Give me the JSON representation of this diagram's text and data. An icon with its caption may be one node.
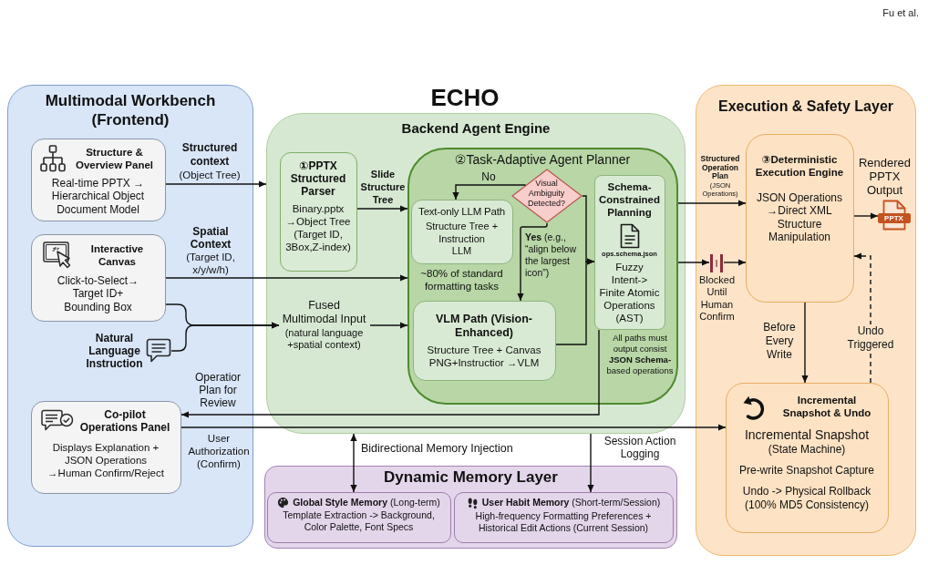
{
  "diagram": {
    "title": "ECHO",
    "nodes": [
      {
        "text": [
          "Multimodal Workbench (Frontend)"
        ]
      },
      {
        "text": [
          "Structure & Overview Panel",
          "Real-time PPTX → Hierarchical Object Document Model"
        ],
        "in": 0
      },
      {
        "text": [
          "Interactive Canvas",
          "Click-to-Select→ Target ID+ Bounding Box"
        ],
        "in": 0
      },
      {
        "text": [
          "Natural Language Instruction"
        ],
        "in": 0
      },
      {
        "text": [
          "Co-pilot Operations Panel",
          "Displays Explanation + JSON Operations →Human Confirm/Reject"
        ],
        "in": 0
      },
      {
        "text": [
          "Backend Agent Engine"
        ]
      },
      {
        "text": [
          "①PPTX Structured Parser",
          "Binary.pptx →Object Tree (Target ID, 3Box,Z-index)"
        ],
        "in": 5
      },
      {
        "text": [
          "Fused Multimodal Input",
          "(natural language +spatial context)"
        ],
        "in": 5
      },
      {
        "text": [
          "②Task-Adaptive Agent Planner"
        ],
        "in": 5
      },
      {
        "text": [
          "Text-only LLM Path",
          "Structure Tree + Instruction",
          "LLM"
        ],
        "in": 8,
        "beside": [
          "~80% of standard formatting tasks"
        ]
      },
      {
        "text": [
          "Visual Ambiguity Detected?"
        ],
        "in": 8
      },
      {
        "text": [
          "VLM Path (Vision-Enhanced)",
          "Structure Tree + Canvas PNG+Instructior →VLM"
        ],
        "in": 8
      },
      {
        "text": [
          "Schema-Constrained Planning",
          "ops.schema.json",
          "Fuzzy Intent-> Finite Atomic Operations (AST)"
        ],
        "in": 8,
        "beside": [
          "All paths must output consist **JSON Schema-**based operations"
        ]
      },
      {
        "text": [
          "Execution & Safety Layer"
        ]
      },
      {
        "text": [
          "③Deterministic Execution Engine",
          "JSON Operations →Direct XML Structure Manipulation"
        ],
        "in": 13
      },
      {
        "text": [
          "PPTX"
        ],
        "in": 13,
        "beside": [
          "Rendered PPTX Output"
        ]
      },
      {
        "text": [],
        "shape": "picture",
        "in": 13,
        "beside": [
          "Blocked Until Human Confirm"
        ]
      },
      {
        "text": [
          "Incremental Snapshot & Undo",
          "Incremental Snapshot",
          "(State Machine)",
          "Pre-write Snapshot Capture",
          "Undo -> Physical Rollback (100% MD5 Consistency)"
        ],
        "in": 13
      },
      {
        "text": [
          "Dynamic Memory Layer"
        ]
      },
      {
        "text": [
          "**Global Style Memory** (Long-term)",
          "Template Extraction -> Background, Color Palette, Font Specs"
        ],
        "in": 18
      },
      {
        "text": [
          "**User Habit Memory** (Short-term/Session)",
          "High-frequency Formatting Preferences + Historical Edit Actions (Current Session)"
        ],
        "in": 18
      }
    ],
    "edges": [
      {
        "from": 1,
        "to": 5,
        "arrow": "to",
        "label": "**Structured context** (Object Tree)"
      },
      {
        "from": 2,
        "to": 8,
        "arrow": "to",
        "label": "**Spatial Context** (Target ID, x/y/w/h)"
      },
      {
        "from": 2,
        "to": 7,
        "arrow": "to"
      },
      {
        "from": 3,
        "to": 7,
        "arrow": "to"
      },
      {
        "from": 6,
        "to": 8,
        "arrow": "to",
        "label": "Slide Structure Tree"
      },
      {
        "from": 7,
        "to": 8,
        "arrow": "to"
      },
      {
        "from": 10,
        "to": 9,
        "arrow": "to",
        "label": "No"
      },
      {
        "from": 10,
        "to": 11,
        "arrow": "to",
        "label": "**Yes** (e.g., “align below the largest icon”)"
      },
      {
        "from": 10,
        "to": 12,
        "arrow": "to"
      },
      {
        "from": 11,
        "to": 12,
        "arrow": "to"
      },
      {
        "from": 8,
        "to": 14,
        "arrow": "to",
        "label": "**Structured Operation Plan** (JSON Operations)"
      },
      {
        "from": 8,
        "to": 16,
        "arrow": "to"
      },
      {
        "from": 16,
        "to": 14,
        "arrow": "to"
      },
      {
        "from": 14,
        "to": 15,
        "arrow": "to"
      },
      {
        "from": 14,
        "to": 17,
        "arrow": "to",
        "label": "Before Every Write"
      },
      {
        "from": 17,
        "to": 14,
        "arrow": "to",
        "label": "Undo Triggered",
        "style": "dashed"
      },
      {
        "from": 12,
        "to": 4,
        "arrow": "to",
        "label": "Operatior Plan for Review"
      },
      {
        "from": 4,
        "to": 17,
        "arrow": "to",
        "label": "User Authorization (Confirm)"
      },
      {
        "from": 5,
        "to": 19,
        "arrow": "both",
        "label": "Bidirectional Memory Injection"
      },
      {
        "from": 5,
        "to": 20,
        "arrow": "to",
        "label": "Session Action Logging"
      }
    ],
    "labels": [
      "Fu et al."
    ]
  }
}
